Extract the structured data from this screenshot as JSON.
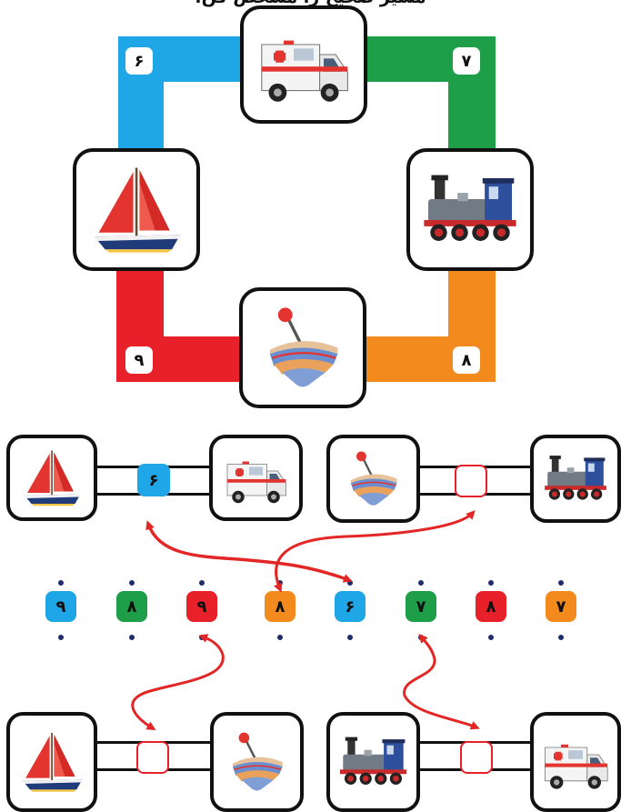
{
  "title": "مسیر صحیح را مشخص کن.",
  "colors": {
    "blue": "#1fa6e6",
    "green": "#1e9e48",
    "orange": "#f28a1e",
    "red": "#e8202a",
    "arrow": "#e32626",
    "dot": "#1f2d6e",
    "frame": "#111111"
  },
  "loop": {
    "blue_label": "۶",
    "green_label": "۷",
    "orange_label": "۸",
    "red_label": "۹",
    "top_icon": "ambulance-icon",
    "left_icon": "sailboat-icon",
    "right_icon": "train-icon",
    "bottom_icon": "spinning-top-icon"
  },
  "pairs": [
    {
      "left_icon": "sailboat-icon",
      "right_icon": "ambulance-icon",
      "answer": "۶",
      "answer_color": "blue"
    },
    {
      "left_icon": "spinning-top-icon",
      "right_icon": "train-icon",
      "answer": "",
      "answer_color": "empty"
    },
    {
      "left_icon": "sailboat-icon",
      "right_icon": "spinning-top-icon",
      "answer": "",
      "answer_color": "empty"
    },
    {
      "left_icon": "train-icon",
      "right_icon": "ambulance-icon",
      "answer": "",
      "answer_color": "empty"
    }
  ],
  "options": [
    {
      "label": "۹",
      "color": "blue"
    },
    {
      "label": "۸",
      "color": "green"
    },
    {
      "label": "۹",
      "color": "red"
    },
    {
      "label": "۸",
      "color": "orange"
    },
    {
      "label": "۶",
      "color": "blue"
    },
    {
      "label": "۷",
      "color": "green"
    },
    {
      "label": "۸",
      "color": "red"
    },
    {
      "label": "۷",
      "color": "orange"
    }
  ]
}
